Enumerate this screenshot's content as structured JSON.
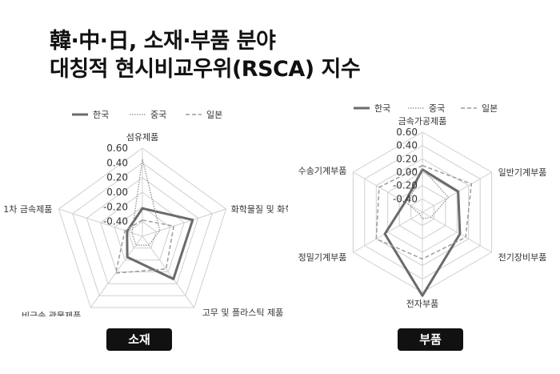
{
  "title": {
    "line1": "韓·中·日, 소재·부품 분야",
    "line2": "대칭적 현시비교우위(RSCA) 지수"
  },
  "legend": {
    "korea": "한국",
    "china": "중국",
    "japan": "일본"
  },
  "colors": {
    "korea": "#6b6b6b",
    "china": "#8a8a8a",
    "japan": "#9c9c9c",
    "grid": "#cfcfcf"
  },
  "chart_data": [
    {
      "type": "radar",
      "label": "소재",
      "axes": [
        "섬유제품",
        "화학물질 및 화학제품",
        "고무 및 플라스틱 제품",
        "비금속 광물제품",
        "1차 금속제품"
      ],
      "ticks": [
        "0.60",
        "0.40",
        "0.20",
        "0.00",
        "-0.20",
        "-0.40"
      ],
      "range": [
        -0.6,
        0.6
      ],
      "series": [
        {
          "name": "한국",
          "values": [
            -0.22,
            0.12,
            0.12,
            -0.25,
            -0.38
          ]
        },
        {
          "name": "중국",
          "values": [
            0.45,
            -0.35,
            -0.45,
            -0.45,
            -0.45
          ]
        },
        {
          "name": "일본",
          "values": [
            -0.38,
            -0.15,
            -0.05,
            0.02,
            -0.35
          ]
        }
      ]
    },
    {
      "type": "radar",
      "label": "부품",
      "axes": [
        "금속가공제품",
        "일반기계부품",
        "전기장비부품",
        "전자부품",
        "정밀기계부품",
        "수송기계부품"
      ],
      "ticks": [
        "0.60",
        "0.40",
        "0.20",
        "0.00",
        "-0.20",
        "-0.40"
      ],
      "range": [
        -0.6,
        0.6
      ],
      "series": [
        {
          "name": "한국",
          "values": [
            0.04,
            0.02,
            0.05,
            0.65,
            0.05,
            -0.3
          ]
        },
        {
          "name": "중국",
          "values": [
            0.05,
            -0.15,
            -0.45,
            -0.5,
            -0.55,
            -0.35
          ]
        },
        {
          "name": "일본",
          "values": [
            0.1,
            0.25,
            0.15,
            0.1,
            0.2,
            0.15
          ]
        }
      ]
    }
  ]
}
